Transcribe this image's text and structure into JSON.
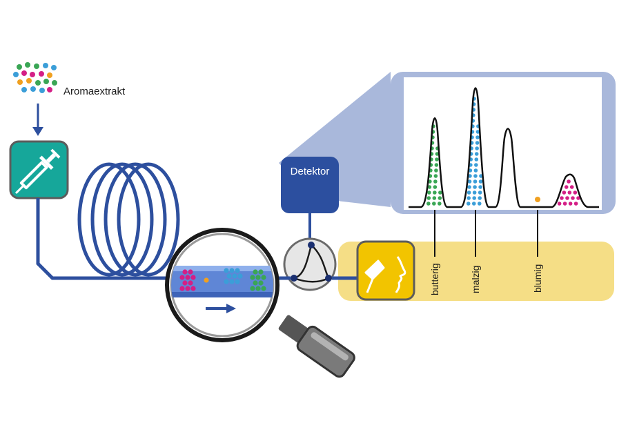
{
  "labels": {
    "extract": "Aromaextrakt",
    "detector": "Detektor"
  },
  "odor_labels": [
    "butterig",
    "malzig",
    "blumig"
  ],
  "colors": {
    "tube_blue": "#2d4f9e",
    "injector_teal": "#16a79a",
    "detector_blue": "#2c4f9f",
    "panel_blue": "#a9b8db",
    "sniff_yellow": "#f5de86",
    "sniff_icon_yellow": "#f2c400",
    "dot_green": "#3aa655",
    "dot_blue": "#3b9ed8",
    "dot_magenta": "#d41f86",
    "dot_orange": "#f0a020"
  },
  "icons": [
    "injector-syringe-icon",
    "magnifier-icon",
    "nose-icon",
    "flow-arrow-icon",
    "down-arrow-icon"
  ]
}
